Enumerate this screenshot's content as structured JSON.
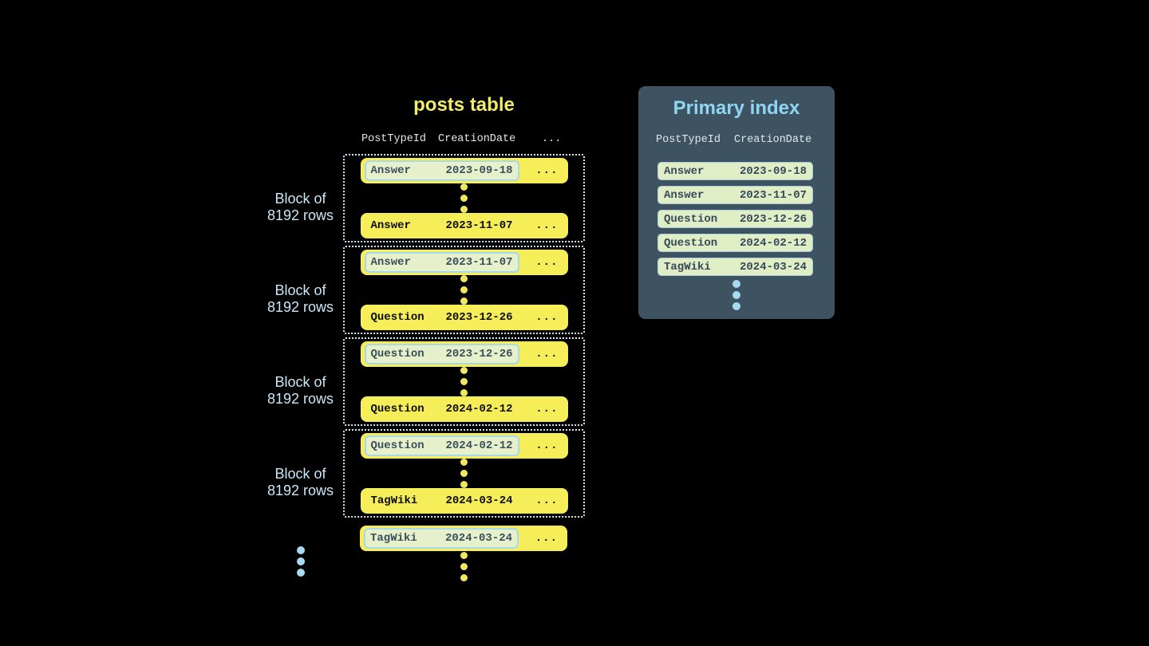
{
  "colors": {
    "background": "#000000",
    "row_yellow": "#f5ee58",
    "title_yellow": "#f3ec6a",
    "highlight_bg": "#e6f1cc",
    "highlight_border": "#a9d9ec",
    "highlight_text": "#3b4e5c",
    "row_text": "#0d0d0d",
    "block_border": "#d8eaf2",
    "block_label": "#c8e8f8",
    "header_text": "#e3e7e9",
    "index_panel_bg": "#3d5362",
    "index_title": "#90d5f3",
    "index_row_bg": "#dfeec5",
    "index_row_border": "#a9ccd8",
    "index_row_text": "#36495a",
    "dot_yellow": "#f0e95f",
    "dot_blue": "#a6daf0"
  },
  "posts_table": {
    "title": "posts table",
    "columns": [
      "PostTypeId",
      "CreationDate",
      "..."
    ],
    "block_label_line1": "Block of",
    "block_label_line2": "8192 rows",
    "blocks": [
      {
        "first_row": {
          "post_type": "Answer",
          "creation_date": "2023-09-18",
          "more": "..."
        },
        "last_row": {
          "post_type": "Answer",
          "creation_date": "2023-11-07",
          "more": "..."
        }
      },
      {
        "first_row": {
          "post_type": "Answer",
          "creation_date": "2023-11-07",
          "more": "..."
        },
        "last_row": {
          "post_type": "Question",
          "creation_date": "2023-12-26",
          "more": "..."
        }
      },
      {
        "first_row": {
          "post_type": "Question",
          "creation_date": "2023-12-26",
          "more": "..."
        },
        "last_row": {
          "post_type": "Question",
          "creation_date": "2024-02-12",
          "more": "..."
        }
      },
      {
        "first_row": {
          "post_type": "Question",
          "creation_date": "2024-02-12",
          "more": "..."
        },
        "last_row": {
          "post_type": "TagWiki",
          "creation_date": "2024-03-24",
          "more": "..."
        }
      }
    ],
    "tail_row": {
      "post_type": "TagWiki",
      "creation_date": "2024-03-24",
      "more": "..."
    }
  },
  "primary_index": {
    "title": "Primary index",
    "columns": [
      "PostTypeId",
      "CreationDate"
    ],
    "rows": [
      {
        "post_type": "Answer",
        "creation_date": "2023-09-18"
      },
      {
        "post_type": "Answer",
        "creation_date": "2023-11-07"
      },
      {
        "post_type": "Question",
        "creation_date": "2023-12-26"
      },
      {
        "post_type": "Question",
        "creation_date": "2024-02-12"
      },
      {
        "post_type": "TagWiki",
        "creation_date": "2024-03-24"
      }
    ]
  },
  "ellipsis": {
    "rows_between_dots": 3,
    "tail_dots": 3,
    "more_blocks_dots": 3,
    "index_dots": 3
  }
}
